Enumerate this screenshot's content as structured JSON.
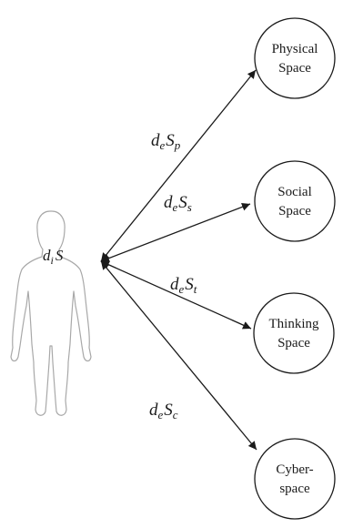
{
  "human": {
    "label_main": "d",
    "label_sub": "i",
    "label_tail": "S"
  },
  "spaces": [
    {
      "id": "physical",
      "line1": "Physical",
      "line2": "Space"
    },
    {
      "id": "social",
      "line1": "Social",
      "line2": "Space"
    },
    {
      "id": "thinking",
      "line1": "Thinking",
      "line2": "Space"
    },
    {
      "id": "cyber",
      "line1": "Cyber-",
      "line2": "space"
    }
  ],
  "edges": [
    {
      "to": "physical",
      "main": "d",
      "sub1": "e",
      "mid": "S",
      "sub2": "p"
    },
    {
      "to": "social",
      "main": "d",
      "sub1": "e",
      "mid": "S",
      "sub2": "s"
    },
    {
      "to": "thinking",
      "main": "d",
      "sub1": "e",
      "mid": "S",
      "sub2": "t"
    },
    {
      "to": "cyber",
      "main": "d",
      "sub1": "e",
      "mid": "S",
      "sub2": "c"
    }
  ]
}
